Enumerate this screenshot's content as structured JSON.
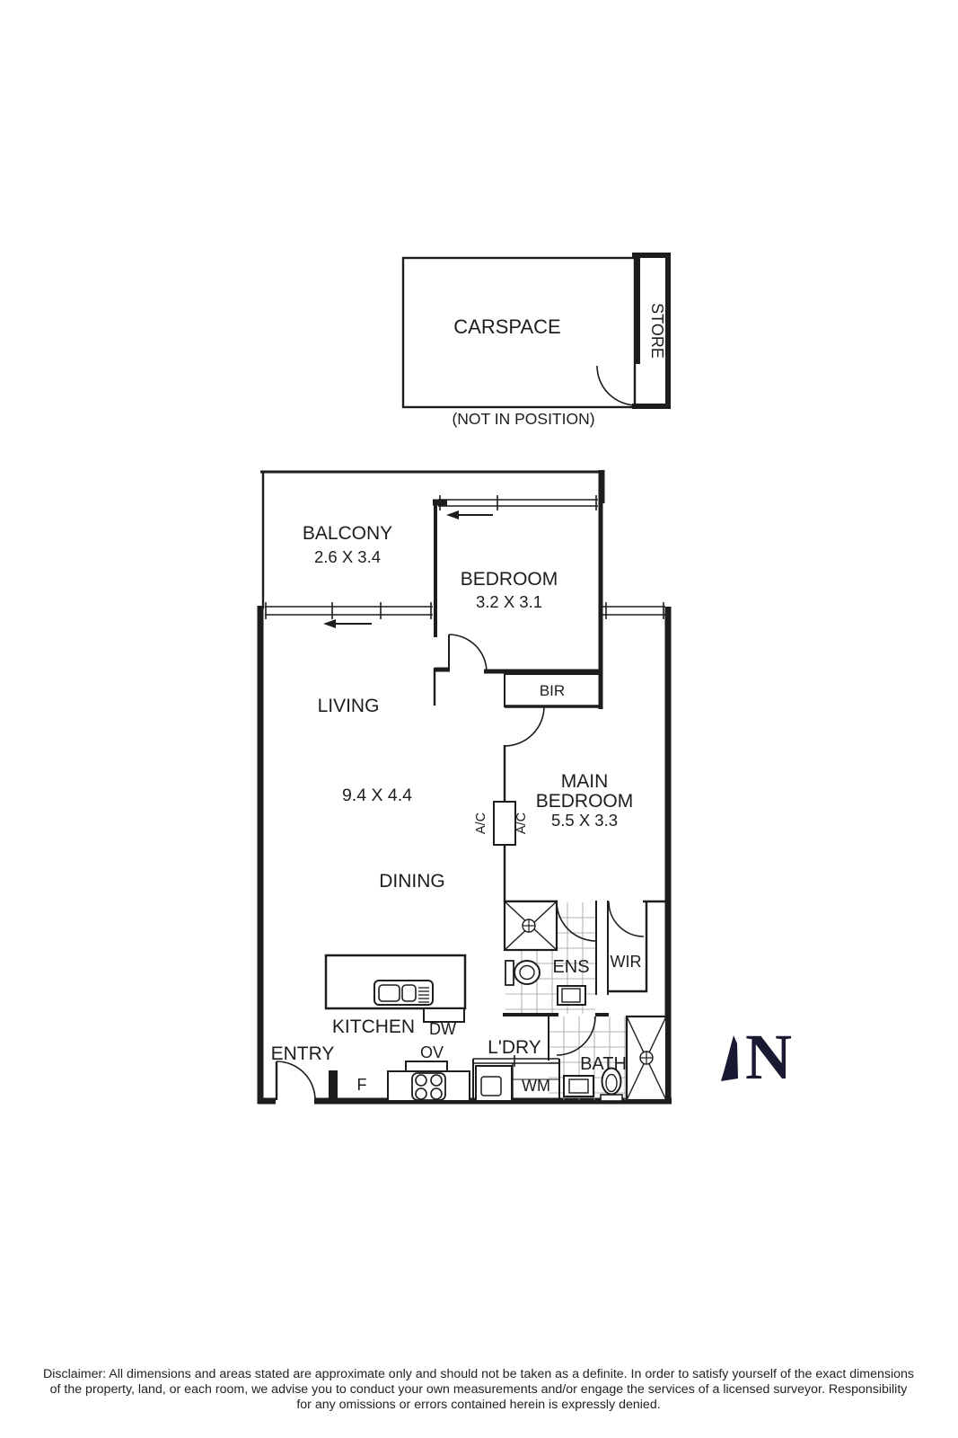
{
  "labels": {
    "carspace": "CARSPACE",
    "store": "STORE",
    "not_in_position": "(NOT IN POSITION)"
  },
  "rooms": {
    "balcony": {
      "name": "BALCONY",
      "dims": "2.6 X 3.4"
    },
    "bedroom": {
      "name": "BEDROOM",
      "dims": "3.2 X 3.1"
    },
    "living": {
      "name": "LIVING",
      "dims": "9.4 X 4.4",
      "dining": "DINING"
    },
    "main_bedroom": {
      "name1": "MAIN",
      "name2": "BEDROOM",
      "dims": "5.5 X 3.3"
    },
    "kitchen": {
      "name": "KITCHEN"
    },
    "entry": {
      "name": "ENTRY"
    },
    "laundry": {
      "name": "L'DRY"
    },
    "bath": {
      "name": "BATH"
    },
    "ens": {
      "name": "ENS"
    },
    "wir": {
      "name": "WIR"
    },
    "bir": {
      "name": "BIR"
    }
  },
  "fixtures": {
    "dw": "DW",
    "ov": "OV",
    "fridge": "F",
    "wm": "WM",
    "ac": "A/C"
  },
  "compass": {
    "north": "N"
  },
  "disclaimer": {
    "line1": "Disclaimer: All dimensions and areas stated are approximate only and should not be taken as a definite. In order to satisfy yourself of the exact dimensions",
    "line2": "of the property, land, or each room, we advise you to conduct your own measurements and/or engage the services of a licensed surveyor. Responsibility",
    "line3": "for any omissions or errors contained herein is expressly denied."
  },
  "colors": {
    "ink": "#1d1d1d",
    "compass_navy": "#191931",
    "tile_grid": "#9a9a9a",
    "background": "#ffffff"
  }
}
